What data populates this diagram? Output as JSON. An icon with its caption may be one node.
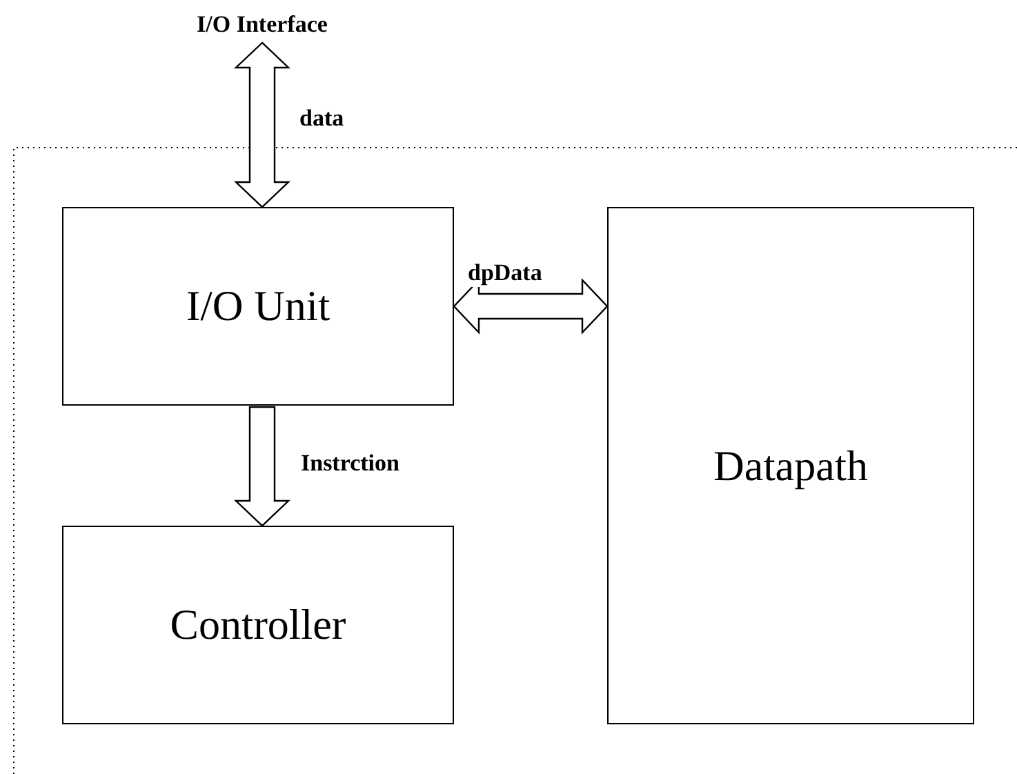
{
  "diagram": {
    "nodes": [
      {
        "text": [
          "I/O Interface"
        ]
      },
      {
        "text": [
          "I/O Unit"
        ]
      },
      {
        "text": [
          "Controller"
        ]
      },
      {
        "text": [
          "Datapath"
        ]
      }
    ],
    "edges": [
      {
        "from": 0,
        "to": 1,
        "arrow": "both",
        "label": "data",
        "style": "thick"
      },
      {
        "from": 1,
        "to": 3,
        "arrow": "both",
        "label": "dpData",
        "style": "thick"
      },
      {
        "from": 1,
        "to": 2,
        "arrow": "to",
        "label": "Instrction",
        "style": "thick"
      }
    ]
  }
}
